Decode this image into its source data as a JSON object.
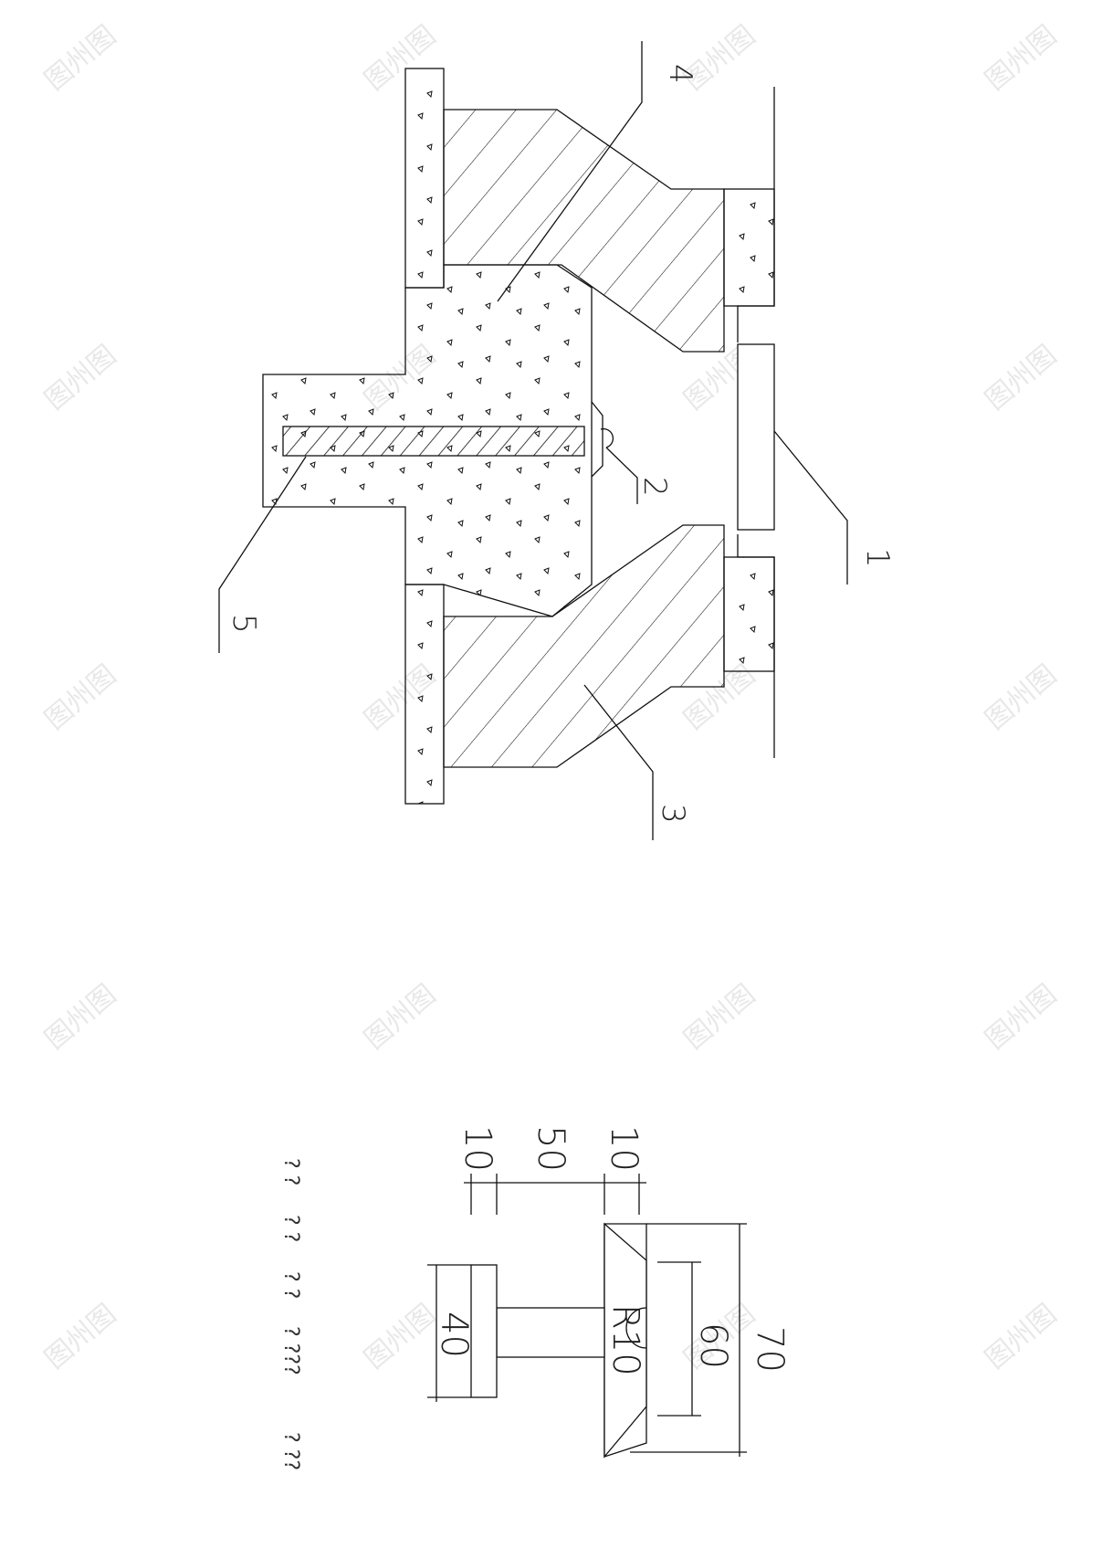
{
  "callouts": {
    "c1": "1",
    "c2": "2",
    "c3": "3",
    "c4": "4",
    "c5": "5"
  },
  "dimensions": {
    "d10_top": "10",
    "d50": "50",
    "d10_bottom": "10",
    "d70": "70",
    "d60": "60",
    "r10": "R10",
    "d40": "40"
  },
  "notes": [
    "? ?",
    "? ?",
    "? ?",
    "? ???",
    "? ??"
  ],
  "watermark": "图州图"
}
